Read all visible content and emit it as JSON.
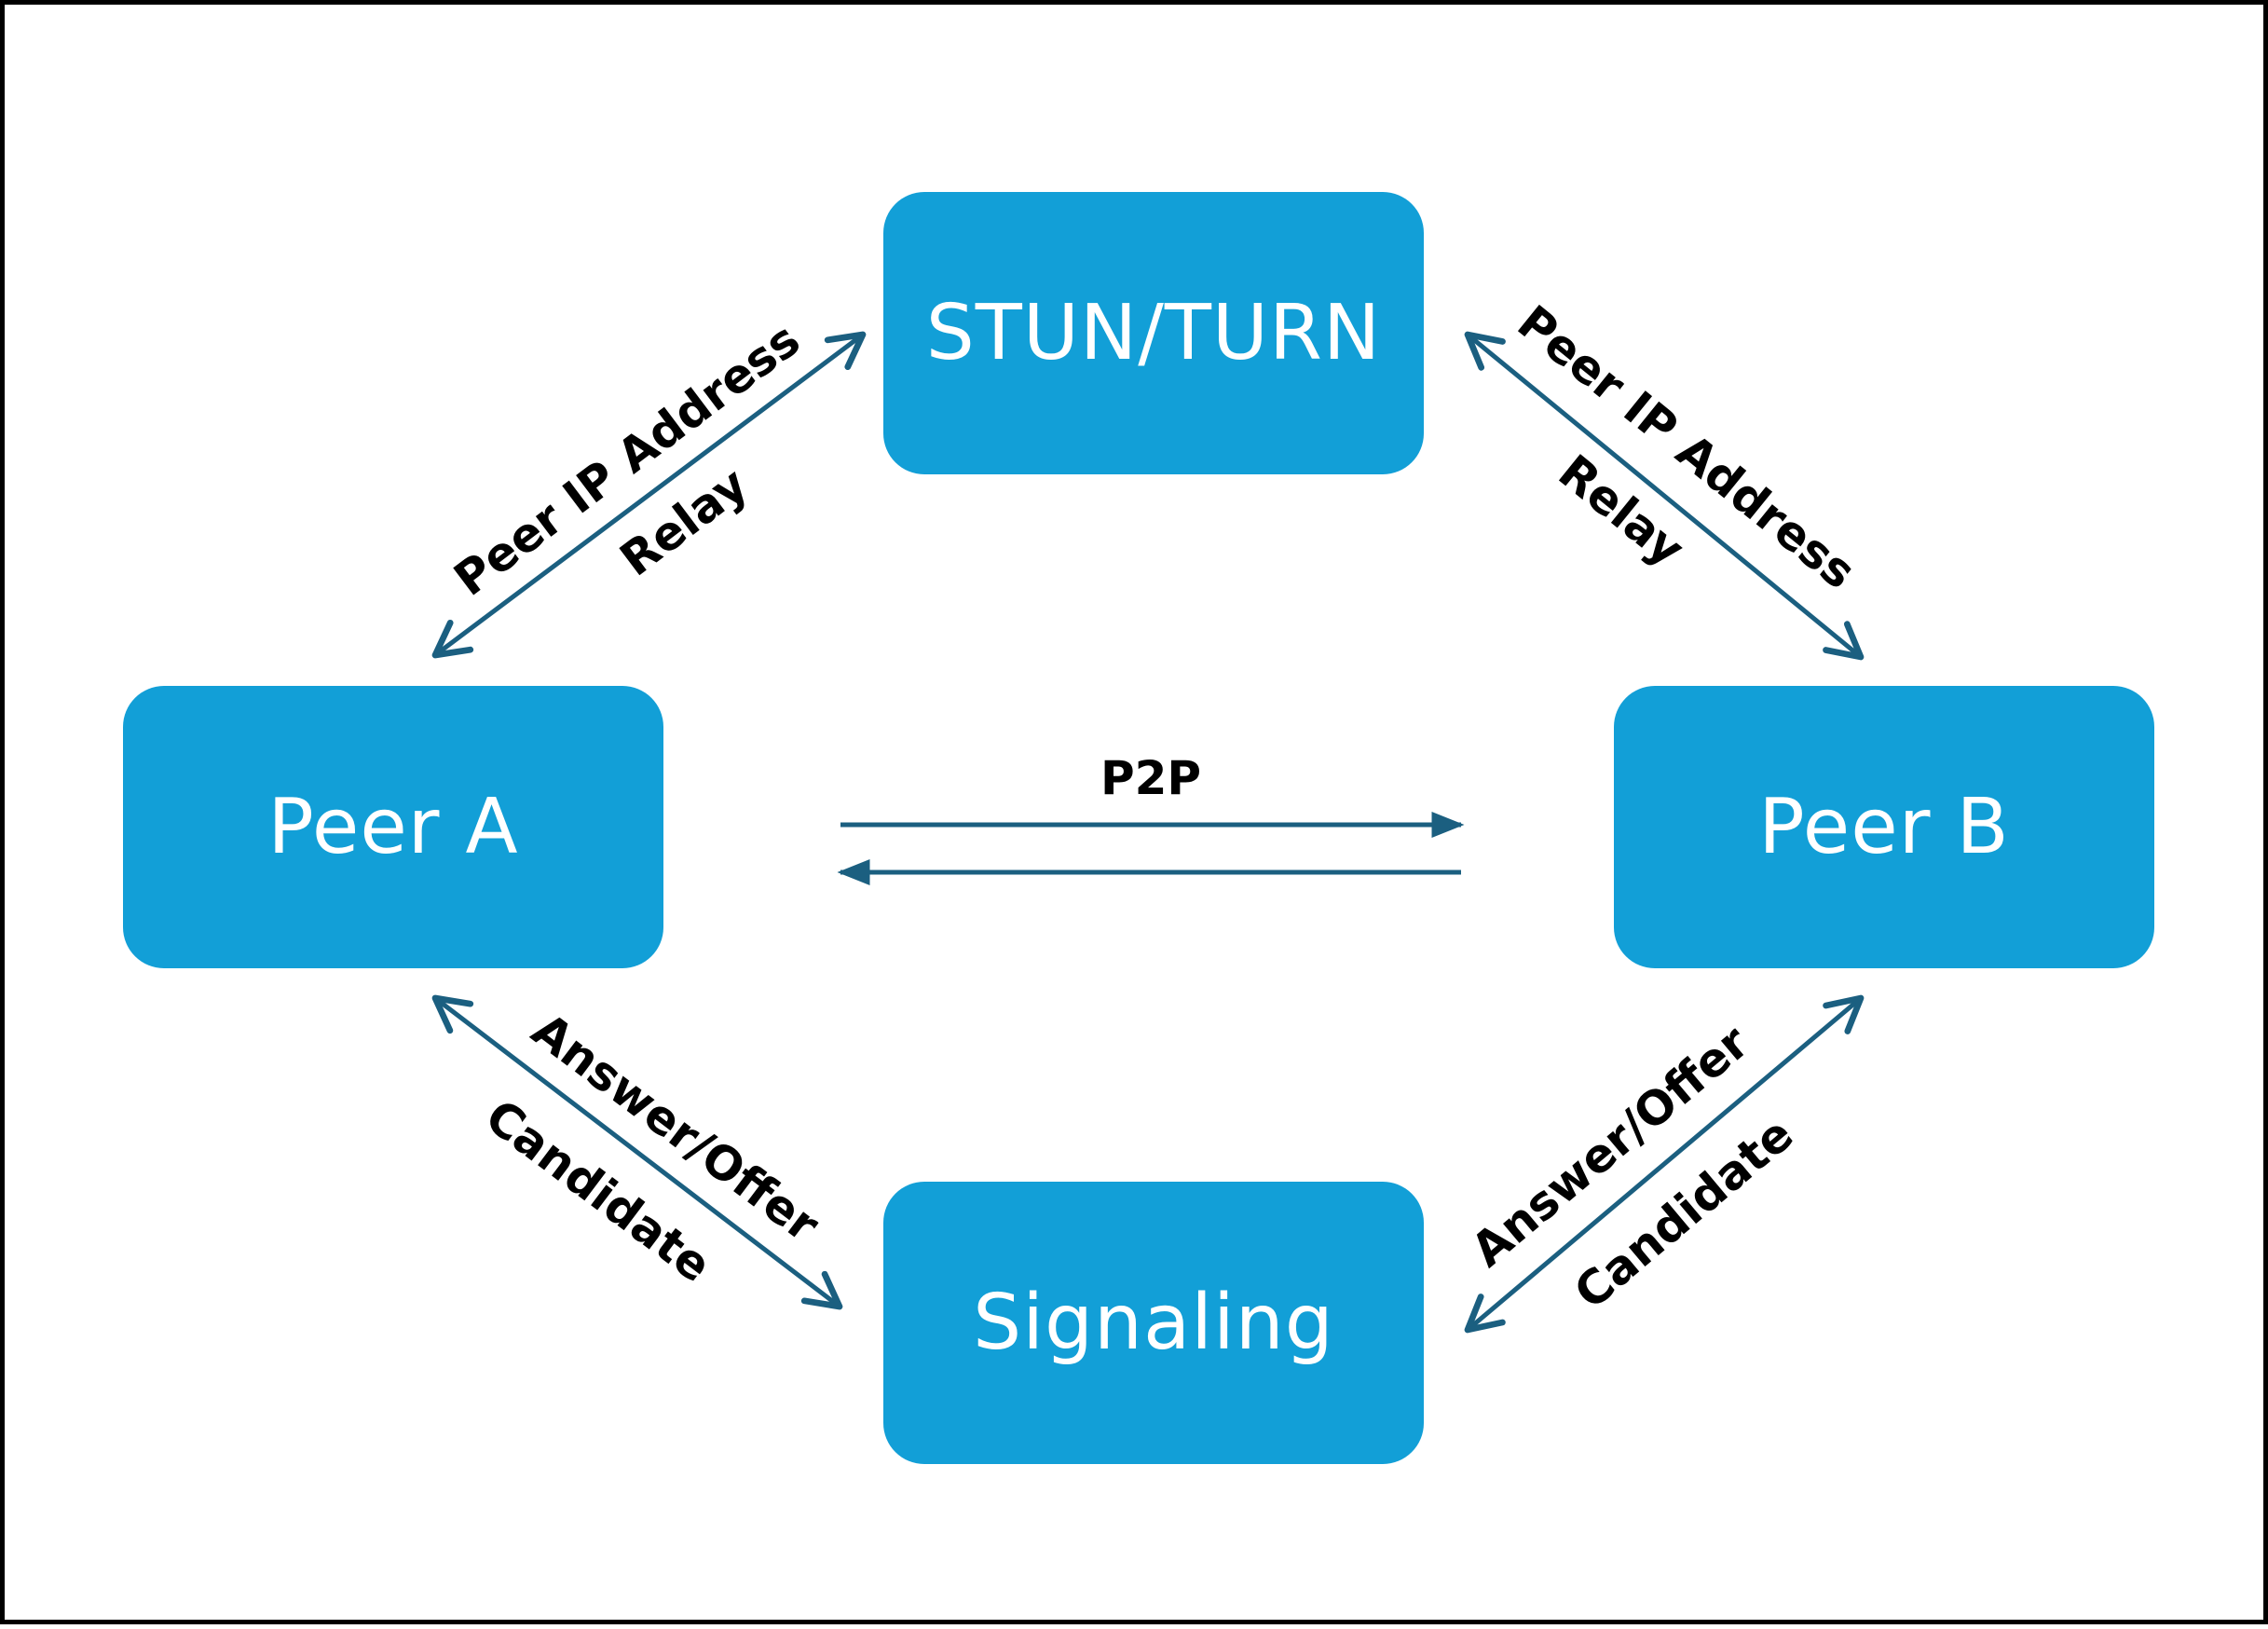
{
  "diagram": {
    "colors": {
      "node_fill": "#129fd7",
      "node_text": "#ffffff",
      "arrow": "#1b5f80",
      "label": "#000000",
      "border": "#000000"
    },
    "nodes": {
      "stun_turn": "STUN/TURN",
      "peer_a": "Peer A",
      "peer_b": "Peer B",
      "signaling": "Signaling"
    },
    "edges": {
      "peer_a_stun": {
        "line1": "Peer IP Address",
        "line2": "Relay"
      },
      "stun_peer_b": {
        "line1": "Peer IP Address",
        "line2": "Relay"
      },
      "peer_a_signaling": {
        "line1": "Answer/Offer",
        "line2": "Candidate"
      },
      "signaling_peer_b": {
        "line1": "Answer/Offer",
        "line2": "Candidate"
      },
      "p2p": {
        "label": "P2P"
      }
    }
  }
}
